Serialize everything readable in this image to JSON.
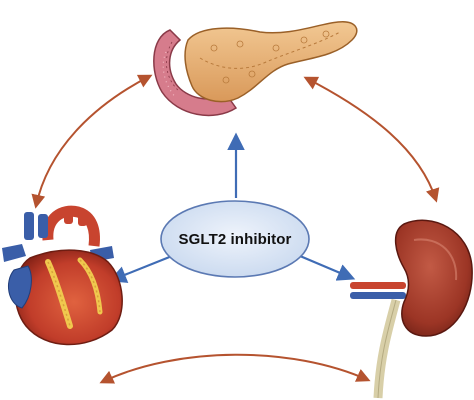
{
  "diagram": {
    "center_label": "SGLT2 inhibitor",
    "nodes": [
      {
        "id": "pancreas",
        "icon": "pancreas-icon"
      },
      {
        "id": "heart",
        "icon": "heart-icon"
      },
      {
        "id": "kidney",
        "icon": "kidney-icon"
      }
    ],
    "edges": [
      {
        "from": "sglt2-inhibitor",
        "to": "pancreas",
        "style": "arrow"
      },
      {
        "from": "sglt2-inhibitor",
        "to": "heart",
        "style": "arrow"
      },
      {
        "from": "sglt2-inhibitor",
        "to": "kidney",
        "style": "arrow"
      },
      {
        "from": "heart",
        "to": "pancreas",
        "style": "double-arrow"
      },
      {
        "from": "pancreas",
        "to": "kidney",
        "style": "double-arrow"
      },
      {
        "from": "heart",
        "to": "kidney",
        "style": "double-arrow"
      }
    ],
    "colors": {
      "center_fill": "#d9e5f5",
      "center_stroke": "#5b79b3",
      "inner_arrows": "#3f6cb5",
      "outer_arrows": "#b5532f",
      "heart_muscle": "#c8442f",
      "heart_vessels": "#3a5ea8",
      "kidney": "#a13a2a",
      "pancreas": "#e6b27a"
    }
  }
}
